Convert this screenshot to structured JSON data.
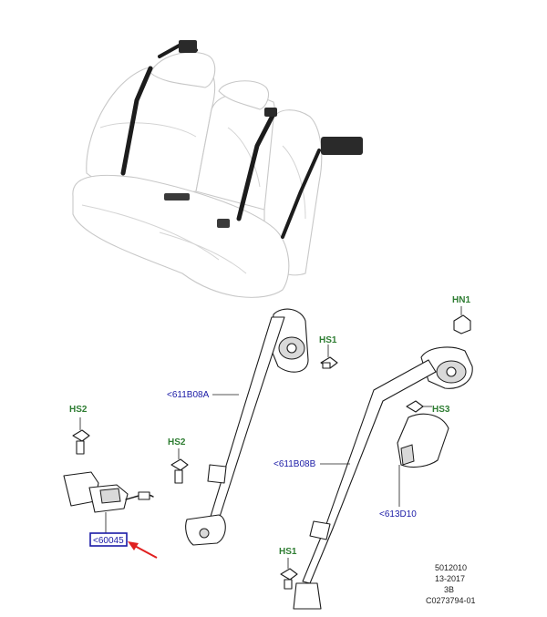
{
  "colors": {
    "label_green": "#2e7d32",
    "label_blue": "#1a1aa6",
    "highlight_box": "#1a1aa6",
    "arrow_red": "#e02020"
  },
  "labels": {
    "hn1": "HN1",
    "hs1_top": "HS1",
    "hs3": "HS3",
    "hs2_left": "HS2",
    "hs2_mid": "HS2",
    "hs1_bottom": "HS1",
    "belt_left": "<611B08A",
    "belt_right": "<611B08B",
    "bracket": "<613D10",
    "buckle": "<60045"
  },
  "info_block": {
    "line1": "5012010",
    "line2": "13-2017",
    "line3": "3B",
    "line4": "C0273794-01"
  },
  "icons": {
    "pointer": "red-arrow-icon"
  }
}
